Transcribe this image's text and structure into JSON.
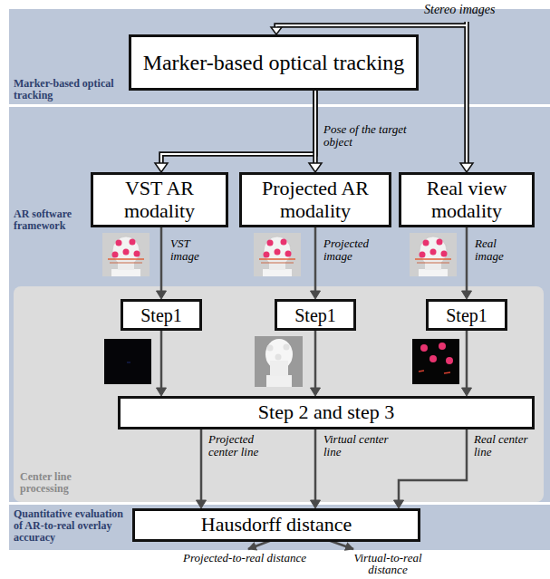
{
  "diagram": {
    "nodes": [
      {
        "text": [
          "Marker-based optical tracking"
        ]
      },
      {
        "text": [
          "Marker-based optical tracking"
        ],
        "in": 0
      },
      {
        "text": [
          "AR software framework"
        ]
      },
      {
        "text": [
          "VST AR modality"
        ],
        "in": 2
      },
      {
        "text": [
          "Projected AR modality"
        ],
        "in": 2
      },
      {
        "text": [
          "Real view modality"
        ],
        "in": 2
      },
      {
        "text": [
          "Center line processing"
        ]
      },
      {
        "text": [
          "Step1"
        ],
        "in": 6
      },
      {
        "text": [
          "Step1"
        ],
        "in": 6
      },
      {
        "text": [
          "Step1"
        ],
        "in": 6
      },
      {
        "text": [
          "Step 2 and step 3"
        ],
        "in": 6
      },
      {
        "text": [
          "Quantitative evaluation of AR-to-real overlay accuracy"
        ]
      },
      {
        "text": [
          "Hausdorff distance"
        ],
        "in": 11
      }
    ],
    "edges": [
      {
        "from": 1,
        "to": 3,
        "arrow": "to"
      },
      {
        "from": 1,
        "to": 4,
        "label": "Pose of the target object",
        "arrow": "to"
      },
      {
        "from": 3,
        "to": 7,
        "label": "VST image",
        "arrow": "to"
      },
      {
        "from": 4,
        "to": 8,
        "label": "Projected image",
        "arrow": "to"
      },
      {
        "from": 5,
        "to": 9,
        "label": "Real image",
        "arrow": "to"
      },
      {
        "from": 7,
        "to": 10,
        "arrow": "to"
      },
      {
        "from": 8,
        "to": 10,
        "arrow": "to"
      },
      {
        "from": 9,
        "to": 10,
        "arrow": "to"
      },
      {
        "from": 10,
        "to": 12,
        "label": "Projected center line",
        "arrow": "to"
      },
      {
        "from": 10,
        "to": 12,
        "label": "Virtual center line",
        "arrow": "to"
      },
      {
        "from": 10,
        "to": 12,
        "label": "Real center line",
        "arrow": "to"
      }
    ],
    "labels": [
      "Stereo images",
      "Projected-to-real distance",
      "Virtual-to-real distance"
    ]
  }
}
